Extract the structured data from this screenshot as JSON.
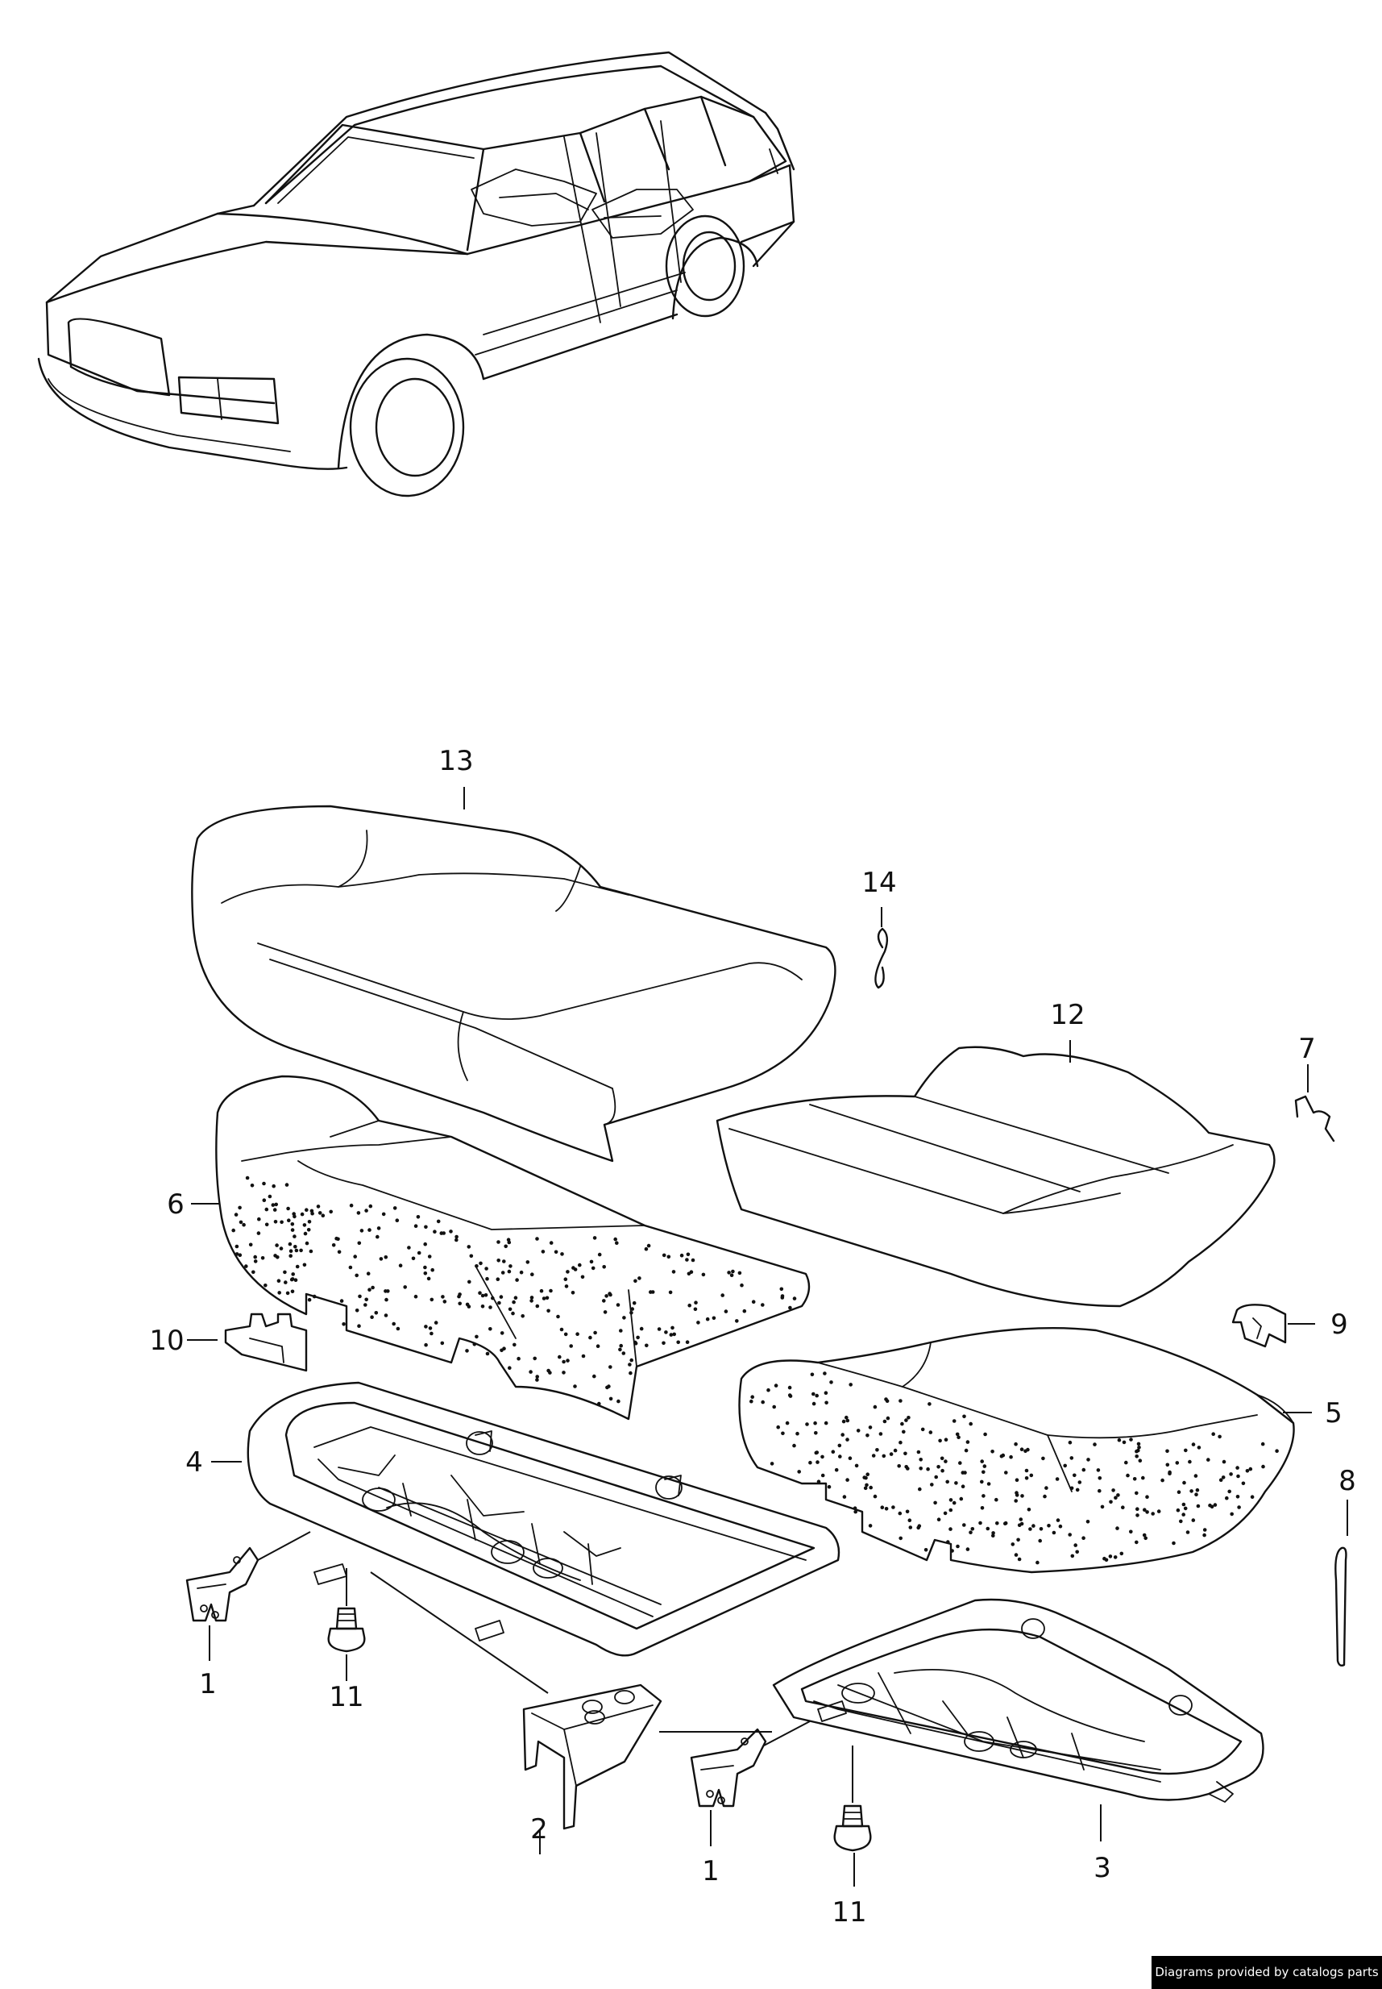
{
  "labels": {
    "l1a": "1",
    "l1b": "1",
    "l2": "2",
    "l3": "3",
    "l4": "4",
    "l5": "5",
    "l6": "6",
    "l7": "7",
    "l8": "8",
    "l9": "9",
    "l10": "10",
    "l11a": "11",
    "l11b": "11",
    "l12": "12",
    "l13": "13",
    "l14": "14"
  },
  "credit": "Diagrams provided by catalogs parts"
}
